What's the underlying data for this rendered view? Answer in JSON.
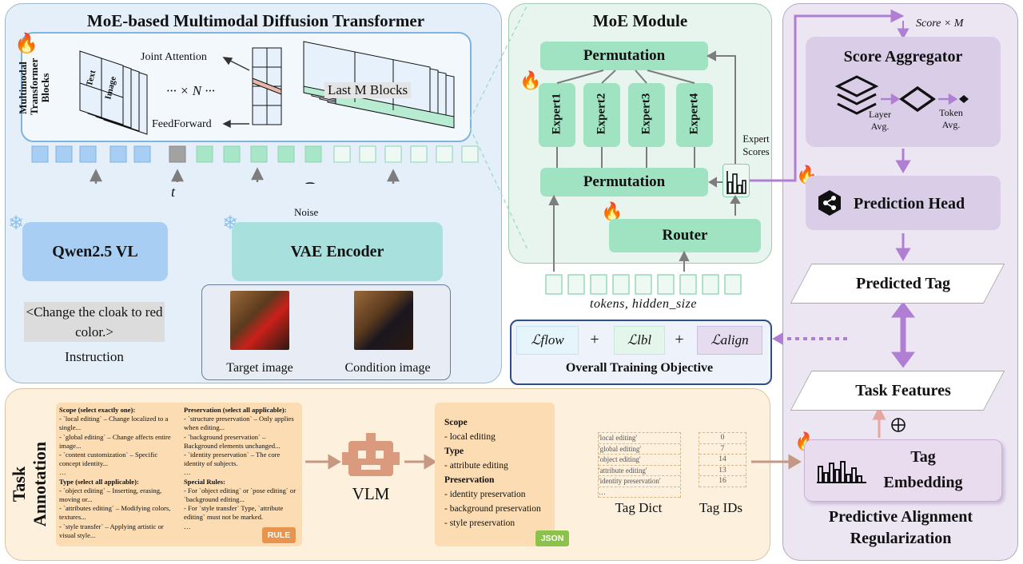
{
  "dit": {
    "title": "MoE-based Multimodal Diffusion Transformer",
    "blocks_label": "Multimodal Transformer Blocks",
    "text_label": "Text",
    "image_label": "Image",
    "joint_attention": "Joint Attention",
    "repeat": "··· × N ···",
    "feedforward": "FeedForward",
    "last_blocks": "Last M Blocks",
    "t_label": "t",
    "noise": "Noise",
    "qwen": "Qwen2.5 VL",
    "vae": "VAE Encoder",
    "instruction_text": "<Change the cloak to red color.>",
    "instruction_label": "Instruction",
    "target_image": "Target image",
    "condition_image": "Condition image"
  },
  "moe": {
    "title": "MoE Module",
    "permutation_top": "Permutation",
    "permutation_bottom": "Permutation",
    "experts": [
      "Expert1",
      "Expert2",
      "Expert3",
      "Expert4"
    ],
    "router": "Router",
    "expert_scores": "Expert Scores",
    "tokens_label": "tokens, hidden_size"
  },
  "objective": {
    "terms": [
      "ℒflow",
      "ℒlbl",
      "ℒalign"
    ],
    "plus": "+",
    "label": "Overall Training Objective"
  },
  "right": {
    "score_times": "Score × M",
    "score_aggregator": "Score Aggregator",
    "layer_avg": "Layer Avg.",
    "token_avg": "Token Avg.",
    "prediction_head": "Prediction Head",
    "predicted_tag": "Predicted Tag",
    "task_features": "Task Features",
    "tag_embedding": "Tag Embedding",
    "title": "Predictive Alignment Regularization"
  },
  "annotation": {
    "title": "Task Annotation",
    "rule_left": [
      {
        "h": true,
        "t": "Scope (select exactly one):"
      },
      {
        "t": "- `local editing` – Change localized to a single..."
      },
      {
        "t": "- `global editing` – Change affects entire image..."
      },
      {
        "t": "- `content customization` – Specific concept identity..."
      },
      {
        "t": "…"
      },
      {
        "h": true,
        "t": "Type (select all applicable):"
      },
      {
        "t": "- `object editing` – Inserting, erasing, moving or..."
      },
      {
        "t": "- `attributes editing` – Modifying colors, textures..."
      },
      {
        "t": "- `style transfer` – Applying artistic or visual style..."
      }
    ],
    "rule_right": [
      {
        "h": true,
        "t": "Preservation (select all applicable):"
      },
      {
        "t": "- `structure preservation` – Only applies when editing..."
      },
      {
        "t": "- `background preservation` – Background elements unchanged..."
      },
      {
        "t": "- `identity preservation` – The core identity of subjects."
      },
      {
        "t": "…"
      },
      {
        "h": true,
        "t": "Special Rules:"
      },
      {
        "t": "- For `object editing` or `pose editing` or `background editing..."
      },
      {
        "t": "- For `style transfer` Type, `attribute editing` must not be marked."
      },
      {
        "t": "…"
      }
    ],
    "rule_badge": "RULE",
    "vlm": "VLM",
    "json": [
      {
        "h": true,
        "t": "Scope"
      },
      {
        "t": "- local editing"
      },
      {
        "h": true,
        "t": "Type"
      },
      {
        "t": "- attribute editing"
      },
      {
        "h": true,
        "t": "Preservation"
      },
      {
        "t": "- identity preservation"
      },
      {
        "t": "- background preservation"
      },
      {
        "t": "- style preservation"
      }
    ],
    "json_badge": "JSON",
    "tag_dict": [
      "'local editing'",
      "'global editing'",
      "'object editing'",
      "'attribute editing'",
      "'identity preservation'",
      "…"
    ],
    "tag_ids": [
      "0",
      "7",
      "14",
      "13",
      "16"
    ],
    "tag_dict_label": "Tag Dict",
    "tag_ids_label": "Tag IDs"
  },
  "colors": {
    "blue_panel": "#e4effa",
    "green_panel": "#e7f5ee",
    "lavender_panel": "#ece6f3",
    "orange_panel": "#fdf0dc",
    "green_accent": "#9fe3c3",
    "purple_accent": "#c39be0"
  }
}
